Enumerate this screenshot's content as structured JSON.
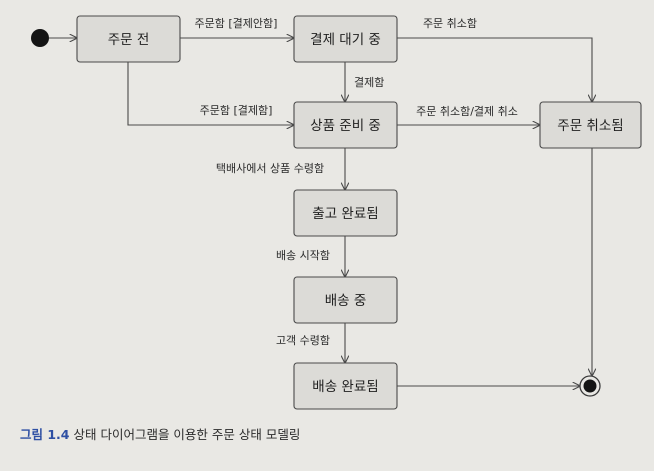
{
  "diagram": {
    "states": {
      "before_order": "주문 전",
      "awaiting_payment": "결제 대기 중",
      "preparing": "상품 준비 중",
      "cancelled": "주문 취소됨",
      "released": "출고 완료됨",
      "shipping": "배송 중",
      "delivered": "배송 완료됨"
    },
    "transitions": {
      "order_unpaid": "주문함 [결제안함]",
      "order_cancel_top": "주문 취소함",
      "paid": "결제함",
      "order_paid": "주문함 [결제함]",
      "cancel_refund": "주문 취소함/결제 취소",
      "courier_pickup": "택배사에서 상품 수령함",
      "shipping_started": "배송 시작함",
      "customer_received": "고객 수령함"
    }
  },
  "caption": {
    "figure_label": "그림 1.4",
    "text": "상태 다이어그램을 이용한 주문 상태 모델링"
  },
  "colors": {
    "background": "#e9e8e4",
    "state_fill": "#dcdbd7",
    "line": "#4a4a4a",
    "caption_accent": "#2e4fa3"
  }
}
